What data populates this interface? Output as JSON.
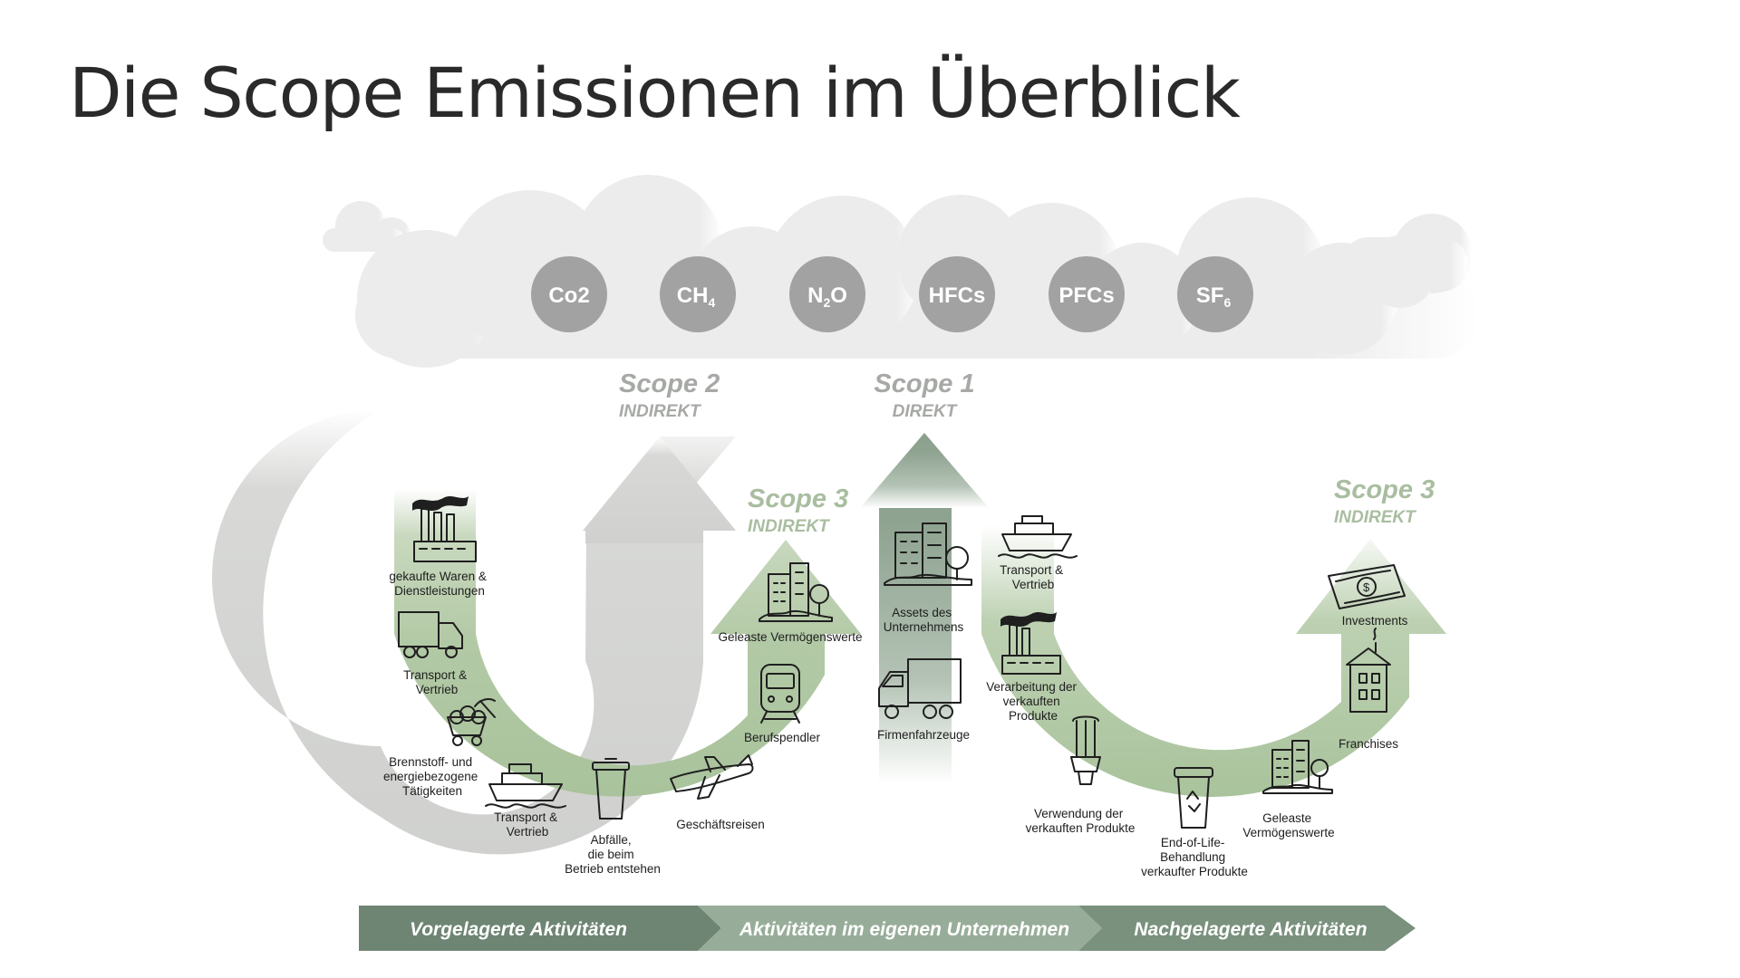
{
  "title": "Die Scope Emissionen im Überblick",
  "gases": [
    {
      "base": "Co2",
      "sub": ""
    },
    {
      "base": "CH",
      "sub": "4"
    },
    {
      "base": "N",
      "sub": "2",
      "tail": "O"
    },
    {
      "base": "HFCs",
      "sub": ""
    },
    {
      "base": "PFCs",
      "sub": ""
    },
    {
      "base": "SF",
      "sub": "6"
    }
  ],
  "scopes": {
    "scope2": {
      "name": "Scope 2",
      "type": "INDIREKT"
    },
    "scope1": {
      "name": "Scope 1",
      "type": "DIREKT"
    },
    "scope3_left": {
      "name": "Scope 3",
      "type": "INDIREKT"
    },
    "scope3_right": {
      "name": "Scope 3",
      "type": "INDIREKT"
    }
  },
  "upstream": {
    "purchased_goods": [
      "gekaufte Waren &",
      "Dienstleistungen"
    ],
    "transport1": [
      "Transport &",
      "Vertrieb"
    ],
    "fuel": [
      "Brennstoff- und",
      "energiebezogene",
      "Tätigkeiten"
    ],
    "transport2": [
      "Transport &",
      "Vertrieb"
    ],
    "waste": [
      "Abfälle,",
      "die beim",
      "Betrieb entstehen"
    ],
    "business_travel": [
      "Geschäftsreisen"
    ],
    "commuting": [
      "Berufspendler"
    ],
    "leased_assets": [
      "Geleaste Vermögenswerte"
    ]
  },
  "company": {
    "assets": [
      "Assets des",
      "Unternehmens"
    ],
    "vehicles": [
      "Firmenfahrzeuge"
    ]
  },
  "downstream": {
    "transport": [
      "Transport &",
      "Vertrieb"
    ],
    "processing": [
      "Verarbeitung der",
      "verkauften",
      "Produkte"
    ],
    "use": [
      "Verwendung der",
      "verkauften Produkte"
    ],
    "end_of_life": [
      "End-of-Life-",
      "Behandlung",
      "verkaufter Produkte"
    ],
    "leased_assets": [
      "Geleaste",
      "Vermögenswerte"
    ],
    "franchises": [
      "Franchises"
    ],
    "investments": [
      "Investments"
    ]
  },
  "band": [
    "Vorgelagerte Aktivitäten",
    "Aktivitäten im eigenen Unternehmen",
    "Nachgelagerte Aktivitäten"
  ],
  "colors": {
    "gas_circle": "#a2a2a2",
    "cloud": "#ececec",
    "scope2_arrow": "#d4d5d3",
    "scope1_arrow": "#91a593",
    "scope3_arrow": "#b9cfae",
    "scope_text": "#a6a9a5",
    "scope3_text": "#a9bda0",
    "band_1": "#6e8573",
    "band_2": "#98ad99",
    "band_3": "#7a917d"
  }
}
